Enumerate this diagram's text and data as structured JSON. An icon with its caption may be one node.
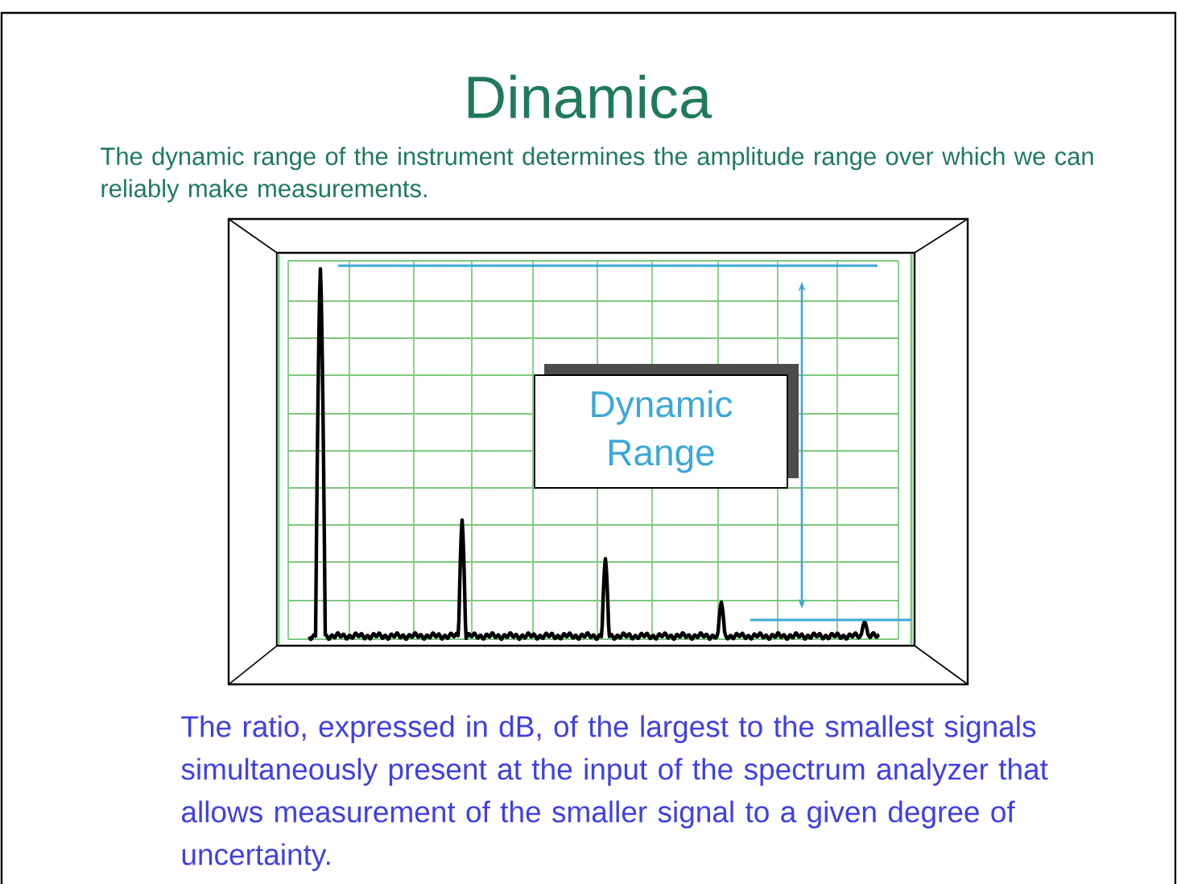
{
  "diagram": {
    "title": "Dinamica",
    "nodes": [
      {
        "text": [
          "Dynamic Range"
        ]
      }
    ],
    "labels": [
      "The dynamic range of the instrument determines the amplitude range over which we can reliably make measurements.",
      "The ratio, expressed in dB, of the largest to the smallest signals simultaneously present at the input of the spectrum analyzer that allows measurement of the smaller signal to a given degree of uncertainty."
    ]
  }
}
